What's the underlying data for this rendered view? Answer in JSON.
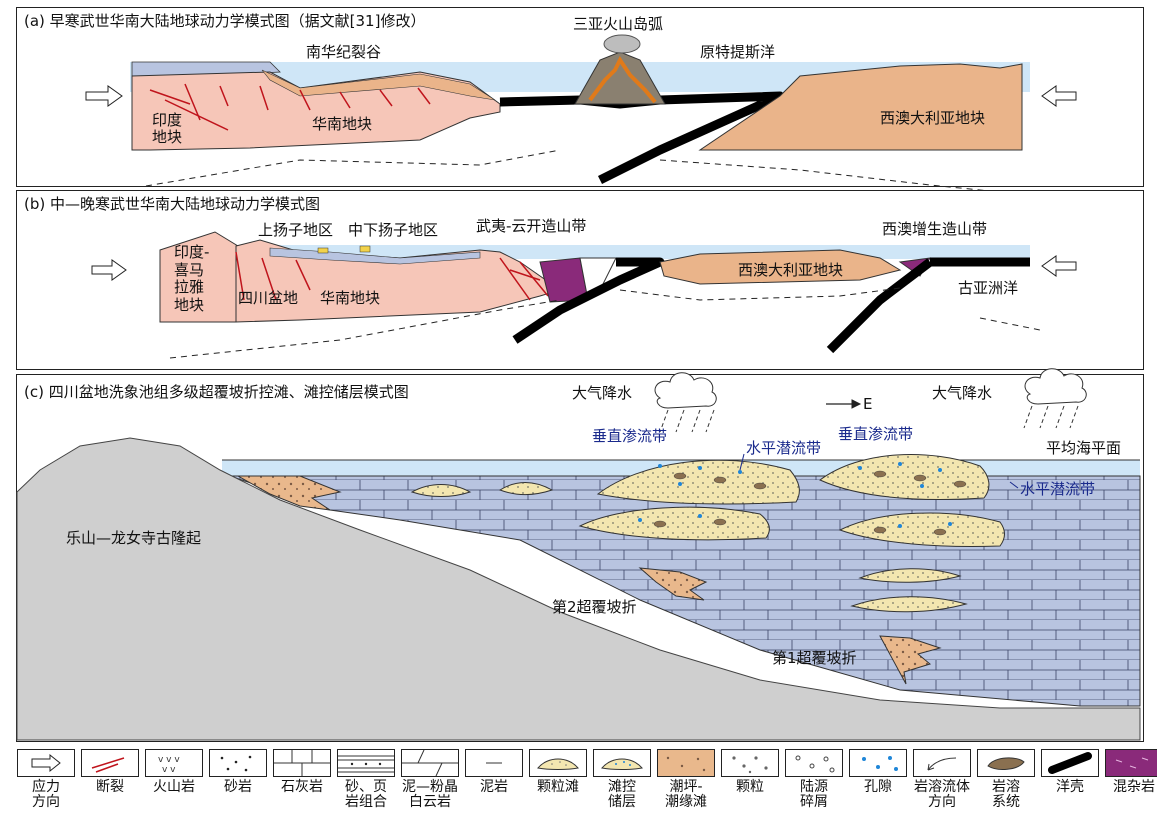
{
  "panel_a": {
    "title": "(a) 早寒武世华南大陆地球动力学模式图（据文献[31]修改）",
    "labels": {
      "rift": "南华纪裂谷",
      "arc": "三亚火山岛弧",
      "ocean": "原特提斯洋",
      "india": "印度\n地块",
      "south_china": "华南地块",
      "w_aus": "西澳大利亚地块"
    }
  },
  "panel_b": {
    "title": "(b) 中—晚寒武世华南大陆地球动力学模式图",
    "labels": {
      "upper_yangtze": "上扬子地区",
      "mid_lower_yangtze": "中下扬子地区",
      "wuyi": "武夷-云开造山带",
      "w_aus_orogen": "西澳增生造山带",
      "india_himalaya": "印度-\n喜马\n拉雅\n地块",
      "sichuan": "四川盆地",
      "south_china": "华南地块",
      "w_aus": "西澳大利亚地块",
      "paleo_asia": "古亚洲洋"
    }
  },
  "panel_c": {
    "title": "(c) 四川盆地洗象池组多级超覆坡折控滩、滩控储层模式图",
    "labels": {
      "rain1": "大气降水",
      "rain2": "大气降水",
      "east": "E",
      "vertical1": "垂直渗流带",
      "horizontal1": "水平潜流带",
      "vertical2": "垂直渗流带",
      "sea_level": "平均海平面",
      "horizontal2": "水平潜流带",
      "uplift": "乐山—龙女寺古隆起",
      "break2": "第2超覆坡折",
      "break1": "第1超覆坡折"
    }
  },
  "legend": [
    {
      "icon": "stress-direction-icon",
      "label": "应力\n方向"
    },
    {
      "icon": "fault-icon",
      "label": "断裂"
    },
    {
      "icon": "volcanic-rock-icon",
      "label": "火山岩"
    },
    {
      "icon": "sandstone-icon",
      "label": "砂岩"
    },
    {
      "icon": "limestone-icon",
      "label": "石灰岩"
    },
    {
      "icon": "sand-shale-icon",
      "label": "砂、页\n岩组合"
    },
    {
      "icon": "dolomite-icon",
      "label": "泥—粉晶\n白云岩"
    },
    {
      "icon": "mudstone-icon",
      "label": "泥岩"
    },
    {
      "icon": "grain-shoal-icon",
      "label": "颗粒滩"
    },
    {
      "icon": "shoal-reservoir-icon",
      "label": "滩控\n储层"
    },
    {
      "icon": "tidal-flat-icon",
      "label": "潮坪-\n潮缘滩"
    },
    {
      "icon": "grain-icon",
      "label": "颗粒"
    },
    {
      "icon": "terrigenous-debris-icon",
      "label": "陆源\n碎屑"
    },
    {
      "icon": "pore-icon",
      "label": "孔隙"
    },
    {
      "icon": "karst-flow-direction-icon",
      "label": "岩溶流体\n方向"
    },
    {
      "icon": "karst-system-icon",
      "label": "岩溶\n系统"
    },
    {
      "icon": "oceanic-crust-icon",
      "label": "洋壳"
    },
    {
      "icon": "melange-icon",
      "label": "混杂岩"
    }
  ],
  "colors": {
    "crust_pink": "#f6c6b8",
    "crust_tan": "#eab48a",
    "water": "#cfe6f7",
    "limestone": "#b8c4e0",
    "uplift_gray": "#cfcfcf",
    "shoal": "#f3e6b0",
    "fault": "#c0141c",
    "melange": "#8a2a7a",
    "ocean_crust": "#000000"
  }
}
